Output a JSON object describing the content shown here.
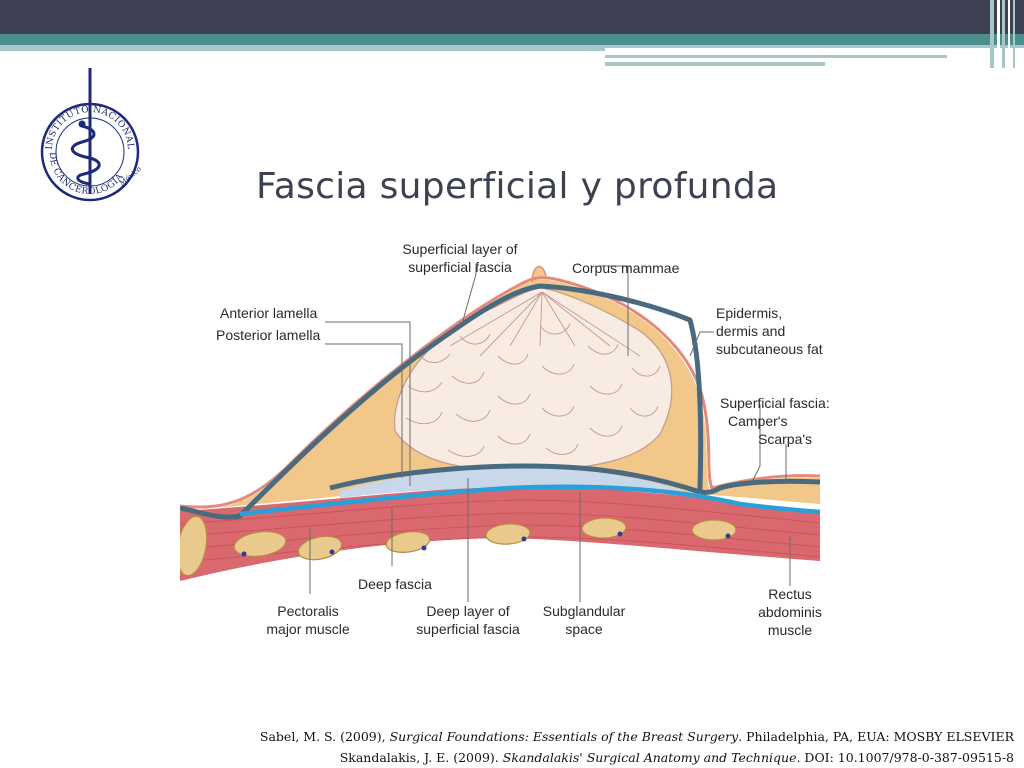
{
  "slide": {
    "title": "Fascia superficial y profunda",
    "logo": {
      "text_top": "INSTITUTO NACIONAL",
      "text_bottom": "DE CANCEROLOGÍA",
      "text_side": "México"
    },
    "colors": {
      "header_dark": "#3e4153",
      "header_teal": "#4a8e8e",
      "header_light": "#a9c7c7",
      "title": "#3d4152",
      "fascia_outline": "#4a6a80",
      "deep_fascia_line": "#2a9fd8",
      "muscle": "#d9696f",
      "gland_fat": "#f1c889"
    }
  },
  "diagram": {
    "labels": {
      "superficial_layer_1": "Superficial layer of",
      "superficial_layer_2": "superficial fascia",
      "corpus_mammae": "Corpus mammae",
      "anterior_lamella": "Anterior lamella",
      "posterior_lamella": "Posterior lamella",
      "epidermis_1": "Epidermis,",
      "epidermis_2": "dermis and",
      "epidermis_3": "subcutaneous fat",
      "superficial_fascia": "Superficial  fascia:",
      "campers": "Camper's",
      "scarpas": "Scarpa's",
      "deep_fascia": "Deep fascia",
      "pectoralis_1": "Pectoralis",
      "pectoralis_2": "major muscle",
      "deep_layer_1": "Deep layer of",
      "deep_layer_2": "superficial fascia",
      "subglandular_1": "Subglandular",
      "subglandular_2": "space",
      "rectus_1": "Rectus",
      "rectus_2": "abdominis",
      "rectus_3": "muscle"
    }
  },
  "references": {
    "ref1": {
      "authors": "Sabel, M. S. (2009), ",
      "title": "Surgical Foundations: Essentials of the Breast Surgery",
      "rest": ". Philadelphia, PA, EUA: MOSBY ELSEVIER"
    },
    "ref2": {
      "authors": "Skandalakis, J. E. (2009). ",
      "title": "Skandalakis' Surgical Anatomy and Technique",
      "rest": ". DOI: 10.1007/978-0-387-09515-8"
    }
  }
}
